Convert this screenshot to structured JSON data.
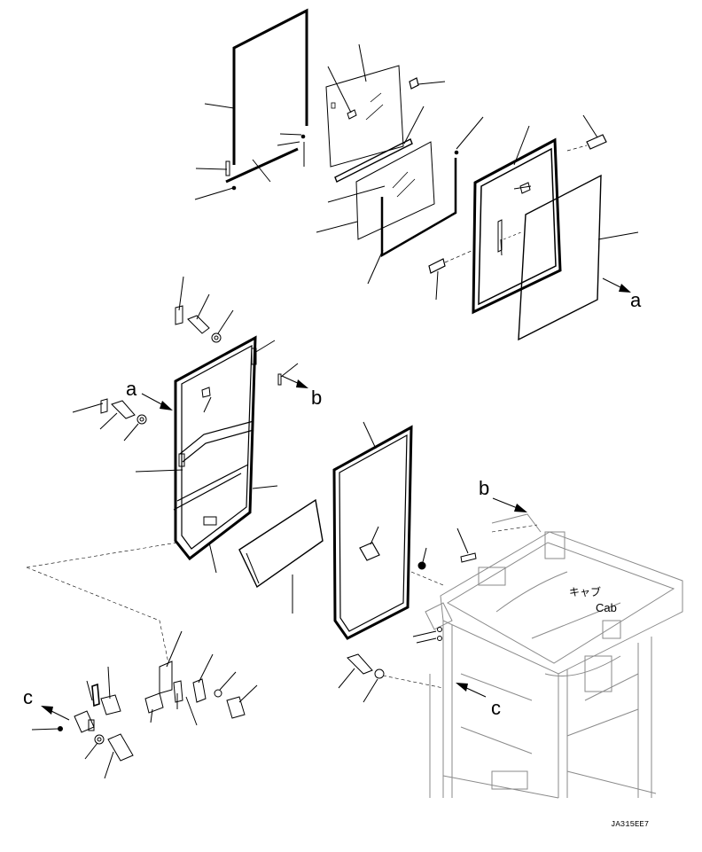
{
  "colors": {
    "ink": "#000000",
    "faint": "#8a8a8a",
    "background": "#ffffff"
  },
  "labels": {
    "view_a_top": "a",
    "view_a_left": "a",
    "view_b_upper": "b",
    "view_b_lower": "b",
    "view_c_left": "c",
    "view_c_right": "c"
  },
  "cab": {
    "japanese": "キャブ",
    "english": "Cab"
  },
  "drawing_code": "JA315EE7"
}
